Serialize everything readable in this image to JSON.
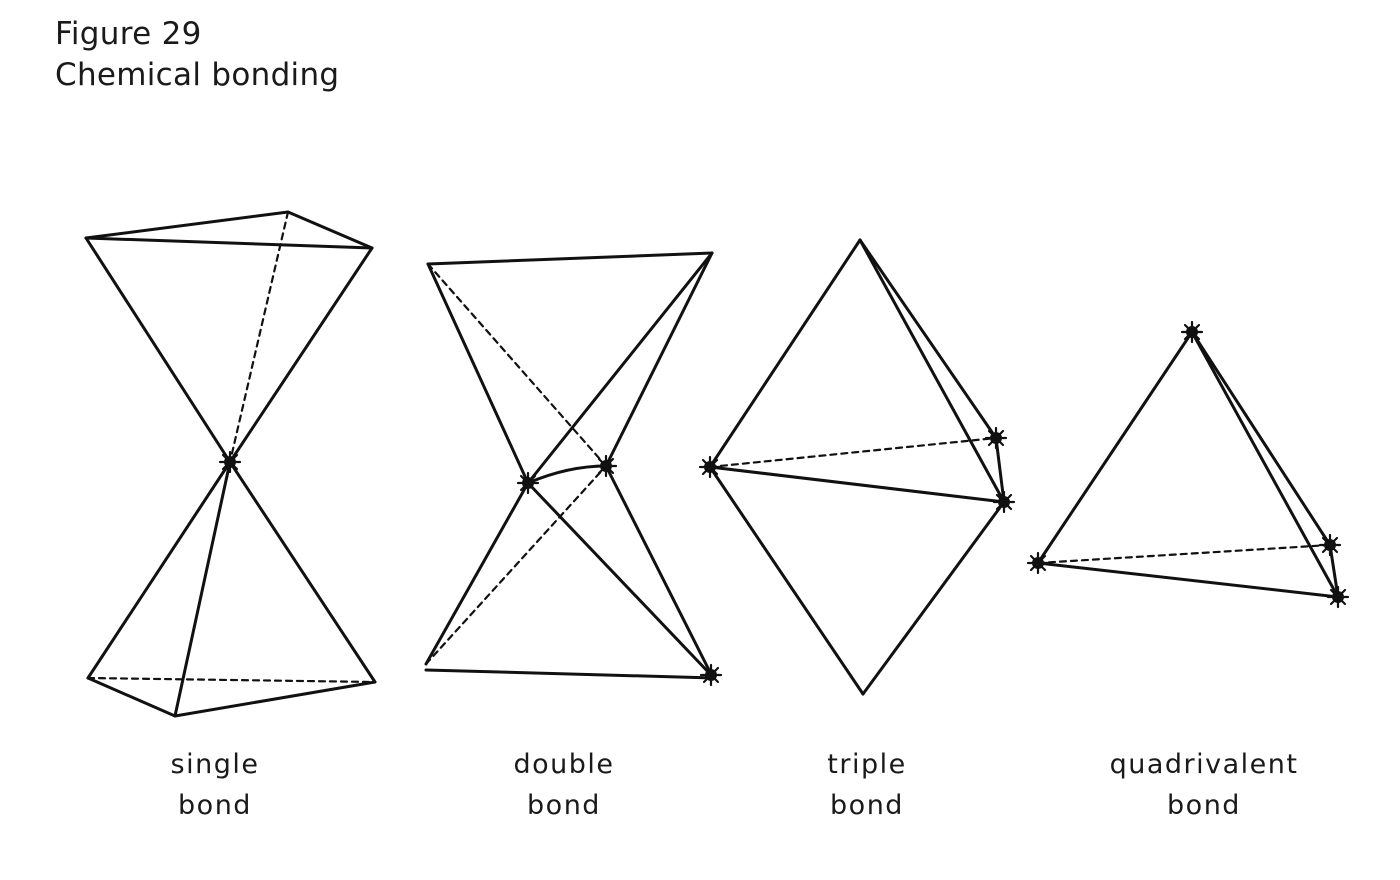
{
  "figure": {
    "number": "Figure 29",
    "title": "Chemical bonding"
  },
  "panels": [
    {
      "id": "single",
      "label_line1": "single",
      "label_line2": "bond"
    },
    {
      "id": "double",
      "label_line1": "double",
      "label_line2": "bond"
    },
    {
      "id": "triple",
      "label_line1": "triple",
      "label_line2": "bond"
    },
    {
      "id": "quadrivalent",
      "label_line1": "quadrivalent",
      "label_line2": "bond"
    }
  ]
}
